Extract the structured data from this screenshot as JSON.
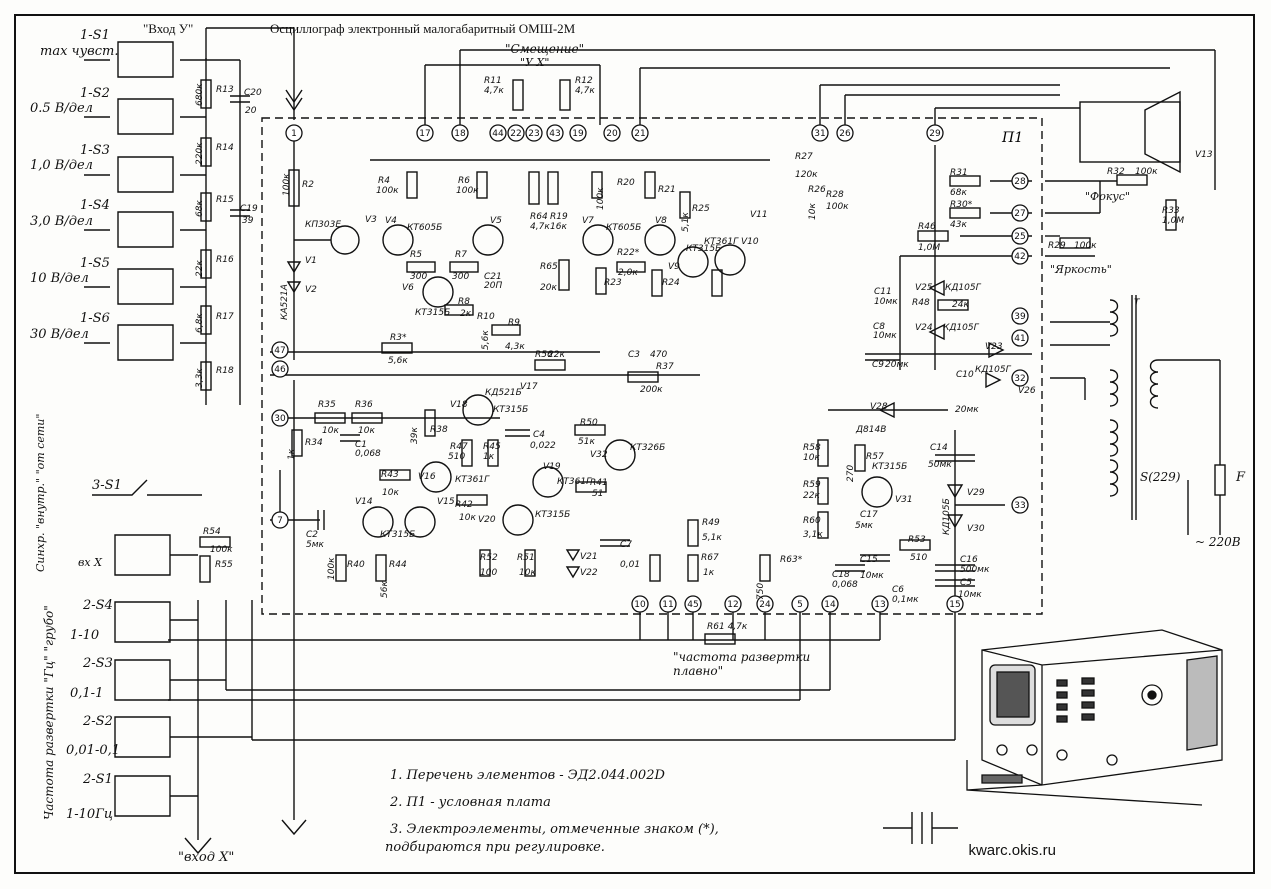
{
  "header": {
    "input_y": "\"Вход У\"",
    "title": "Осциллограф электронный малогабаритный ОМШ-2М"
  },
  "offset": {
    "label": "\"Смещение\"",
    "axes": "\"У    Х\""
  },
  "switches": [
    {
      "id": "1-S1",
      "label": "max чувст."
    },
    {
      "id": "1-S2",
      "label": "0.5 В/дел"
    },
    {
      "id": "1-S3",
      "label": "1,0 В/дел"
    },
    {
      "id": "1-S4",
      "label": "3,0 В/дел"
    },
    {
      "id": "1-S5",
      "label": "10 В/дел"
    },
    {
      "id": "1-S6",
      "label": "30 В/дел"
    }
  ],
  "sync": {
    "switch": "3-S1",
    "label": "Синхр. \"внутр.\" \"от сети\"",
    "ext": "вх X"
  },
  "sweep": {
    "label": "Частота развертки \"Гц\" \"грубо\"",
    "ranges": [
      {
        "id": "2-S4",
        "label": "1-10"
      },
      {
        "id": "2-S3",
        "label": "0,1-1"
      },
      {
        "id": "2-S2",
        "label": "0,01-0,1"
      },
      {
        "id": "2-S1",
        "label": "1-10Гц"
      }
    ],
    "fine": "\"частота развертки плавно\"",
    "fine_res": "R61 4,7к"
  },
  "controls": {
    "focus": "\"Фокус\"",
    "brightness": "\"Яркость\""
  },
  "board": "П1",
  "input_x": "\"вход Х\"",
  "mains": "~ 220В",
  "fuse": "F",
  "power_switch": "S(229)",
  "notes": [
    "1. Перечень элементов - ЭД2.044.002D",
    "2. П1 - условная плата",
    "3. Электроэлементы, отмеченные знаком (*),",
    "подбираются при регулировке."
  ],
  "watermark": "kwarc.okis.ru",
  "connectors": [
    "1",
    "17",
    "18",
    "44",
    "22",
    "23",
    "43",
    "19",
    "20",
    "21",
    "31",
    "26",
    "29",
    "28",
    "27",
    "25",
    "42",
    "39",
    "41",
    "32",
    "33",
    "47",
    "46",
    "30",
    "7",
    "10",
    "11",
    "45",
    "12",
    "24",
    "5",
    "14",
    "13",
    "15"
  ],
  "components": {
    "R2": "R2",
    "R2v": "100к",
    "V3": "V3",
    "V3t": "КП303Е",
    "V1": "V1",
    "V2": "V2",
    "KA": "КА521А",
    "R4": "R4",
    "R4v": "100к",
    "V4": "V4",
    "V4t": "КТ605Б",
    "R5": "R5",
    "R5v": "300",
    "R7": "R7",
    "R7v": "300",
    "R6": "R6",
    "R6v": "100к",
    "V5": "V5",
    "C21": "C21",
    "C21v": "20П",
    "V6": "V6",
    "V6t": "КТ315Б",
    "R8": "R8",
    "R8v": "2к",
    "R9": "R9",
    "R9v": "4,3к",
    "R10": "R10",
    "R10v": "5,6к",
    "R3": "R3*",
    "R3v": "5,6к",
    "R11": "R11",
    "R11v": "4,7к",
    "R12": "R12",
    "R12v": "4,7к",
    "R64": "R64",
    "R64v": "4,7к",
    "R19": "R19",
    "R19v": "16к",
    "R65": "R65",
    "R65v": "20к",
    "V7": "V7",
    "V7t": "КТ605Б",
    "V8": "V8",
    "R20": "R20",
    "R20v": "100к",
    "R21": "R21",
    "R22": "R22*",
    "R22v": "2,0к",
    "R23": "R23",
    "R24": "R24",
    "R25": "R25",
    "R25v": "5,1к",
    "V9": "V9",
    "V9t": "КТ315Б",
    "V10": "КТ361Г V10",
    "V11": "V11",
    "R26": "R26",
    "R26v": "10к",
    "R27": "R27",
    "R27v": "120к",
    "R28": "R28",
    "R28v": "100к",
    "R31": "R31",
    "R31v": "68к",
    "R30": "R30*",
    "R30v": "43к",
    "R32": "R32",
    "R32v": "100к",
    "R33": "R33",
    "R33v": "1,0М",
    "R46": "R46",
    "R46v": "1,0М",
    "R29": "R29",
    "R29v": "100к",
    "C11": "C11",
    "C11v": "10мк",
    "C10": "C10",
    "C10v": "20мк",
    "C9": "C9",
    "C9v": "20мк",
    "V25": "V25",
    "V25t": "КД105Г",
    "R48": "R48",
    "R48v": "24к",
    "V24": "V24",
    "V24t": "КД105Г",
    "V23": "V23",
    "V23t": "КД105Г",
    "V26": "V26",
    "C8": "C8",
    "C8v": "10мк",
    "C20": "C20",
    "C20v": "20",
    "C19": "C19",
    "C19v": "39",
    "R13": "R13",
    "R13v": "680к",
    "R14": "R14",
    "R14v": "220к",
    "R15": "R15",
    "R15v": "68к",
    "R16": "R16",
    "R16v": "22к",
    "R17": "R17",
    "R17v": "6,8к",
    "R18": "R18",
    "R18v": "3,3к",
    "R35": "R35",
    "R35v": "10к",
    "R36": "R36",
    "R36v": "10к",
    "R34": "R34",
    "R34v": "1к",
    "C1": "C1",
    "C1v": "0,068",
    "R38": "R38",
    "R38v": "39к",
    "V18": "V18",
    "V18t": "КТ315Б",
    "V17": "V17",
    "V17t": "КД521Б",
    "C3": "C3",
    "C3v": "470",
    "R37": "R37",
    "R37v": "200к",
    "R56": "R56",
    "R56v": "22к",
    "R47": "R47",
    "R47v": "510",
    "R45": "R45",
    "R45v": "1к",
    "C4": "C4",
    "C4v": "0,022",
    "R50": "R50",
    "R50v": "51к",
    "V32": "V32",
    "V32t": "КТ326Б",
    "V19": "V19",
    "V19t": "КТ361Г",
    "R41": "R41",
    "R41v": "51",
    "R43": "R43",
    "R43v": "10к",
    "V16": "V16",
    "V16t": "КТ361Г",
    "R42": "R42",
    "R42v": "10к",
    "V20": "V20",
    "V20t": "КТ315Б",
    "V14": "V14",
    "V15": "V15",
    "V15t": "КТ315Б",
    "C2": "C2",
    "C2v": "5мк",
    "R54": "R54",
    "R54v": "100к",
    "R55": "R55",
    "R40": "R40",
    "R40v": "100к",
    "R44": "R44",
    "R44v": "56к",
    "R52": "R52",
    "R52v": "100",
    "R51": "R51",
    "R51v": "10к",
    "V21": "V21",
    "V22": "V22",
    "C7": "C7",
    "C7v": "0,01",
    "R49": "R49",
    "R49v": "5,1к",
    "R67": "R67",
    "R67v": "1к",
    "R63": "R63*",
    "R63v": "750",
    "R57": "R57",
    "R57v": "270",
    "R58": "R58",
    "R58v": "10к",
    "R59": "R59",
    "R59v": "22к",
    "R60": "R60",
    "R60v": "3,1к",
    "V28": "V28",
    "V28t": "Д814В",
    "C14": "C14",
    "C14v": "50мк",
    "C17": "C17",
    "C17v": "5мк",
    "V31": "V31",
    "V31t": "КТ315Б",
    "C18": "C18",
    "C18v": "0,068",
    "C15": "C15",
    "C15v": "10мк",
    "C6": "C6",
    "C6v": "0,1мк",
    "R53": "R53",
    "R53v": "510",
    "C16": "C16",
    "C16v": "500мк",
    "C5": "C5",
    "C5v": "10мк",
    "V29": "V29",
    "V30": "V30",
    "KD": "КД105Б",
    "V13": "V13",
    "T": "Т"
  }
}
